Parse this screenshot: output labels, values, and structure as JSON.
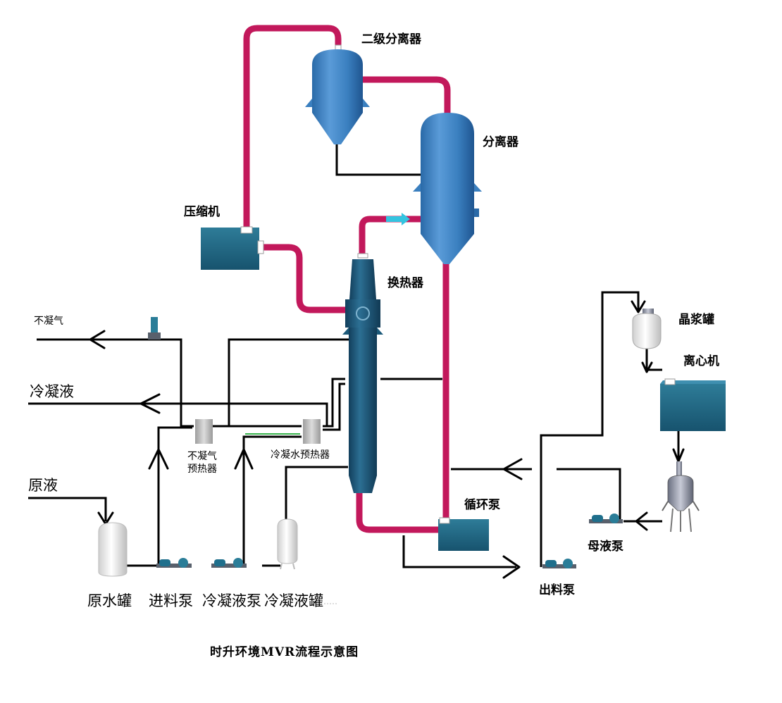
{
  "title": "时升环境MVR流程示意图",
  "labels": {
    "secondary_separator": "二级分离器",
    "separator": "分离器",
    "compressor": "压缩机",
    "heat_exchanger": "换热器",
    "crystal_slurry_tank": "晶浆罐",
    "centrifuge": "离心机",
    "circulation_pump": "循环泵",
    "mother_liquor_pump": "母液泵",
    "discharge_pump": "出料泵",
    "noncondensable_gas": "不凝气",
    "condensate": "冷凝液",
    "raw_liquid": "原液",
    "noncondensable_preheater_line1": "不凝气",
    "noncondensable_preheater_line2": "预热器",
    "condensate_preheater": "冷凝水预热器",
    "raw_water_tank": "原水罐",
    "feed_pump": "进料泵",
    "condensate_pump": "冷凝液泵",
    "condensate_tank": "冷凝液罐"
  },
  "colors": {
    "vapor_pipe": "#c2185b",
    "equipment_blue": "#3a7fbf",
    "equipment_dark": "#1c5a7a",
    "line": "#000000",
    "flow_arrow": "#33c4e0",
    "preheater_grey": "#c8c8c8",
    "tank_white": "#f0f0f0"
  },
  "icons": {
    "valve": "valve-icon",
    "pump": "pump-icon"
  }
}
